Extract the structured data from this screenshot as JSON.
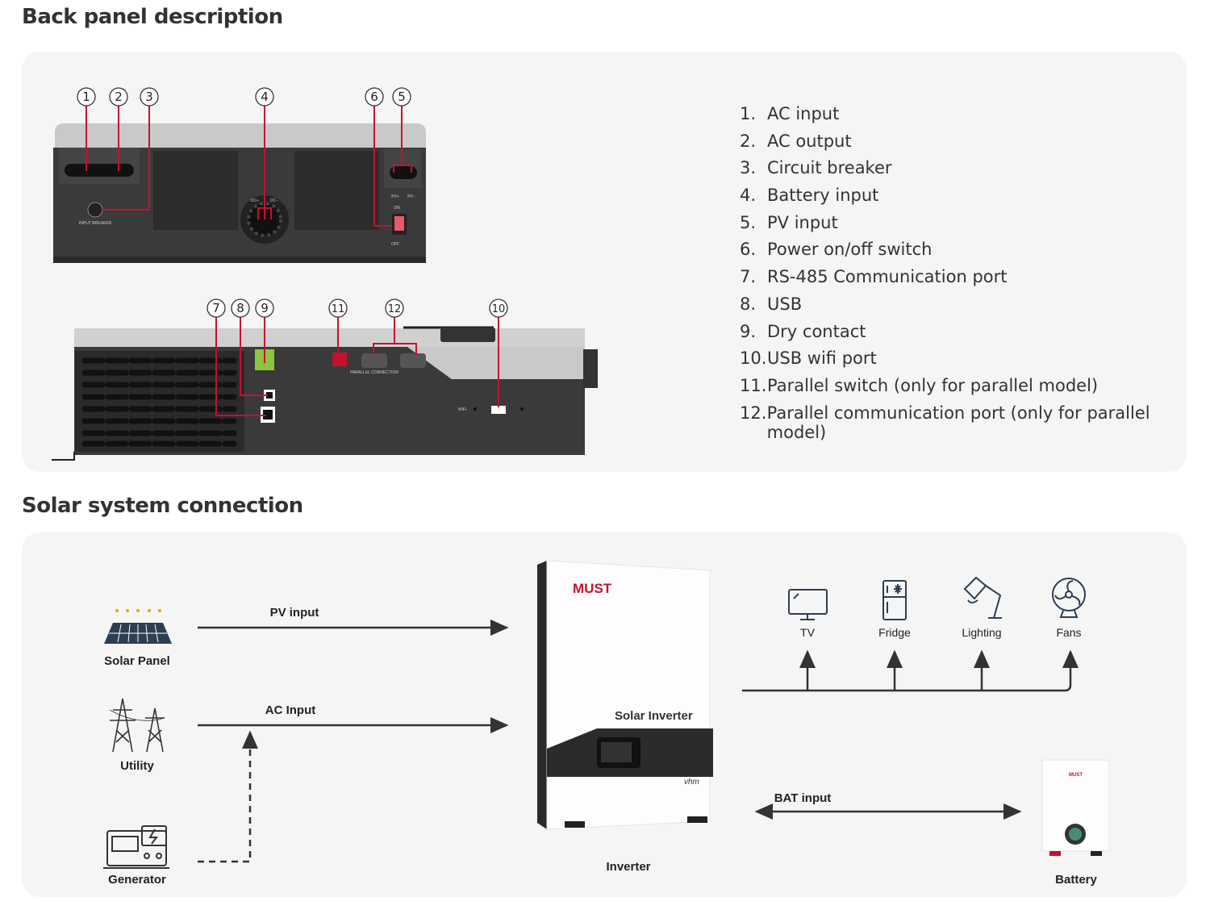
{
  "back_panel": {
    "title": "Back panel description",
    "items": [
      {
        "num": "1.",
        "label": "AC input"
      },
      {
        "num": "2.",
        "label": "AC output"
      },
      {
        "num": "3.",
        "label": "Circuit breaker"
      },
      {
        "num": "4.",
        "label": "Battery input"
      },
      {
        "num": "5.",
        "label": "PV input"
      },
      {
        "num": "6.",
        "label": "Power on/off switch"
      },
      {
        "num": "7.",
        "label": "RS-485 Communication port"
      },
      {
        "num": "8.",
        "label": "USB"
      },
      {
        "num": "9.",
        "label": "Dry contact"
      },
      {
        "num": "10.",
        "label": "USB wifi port"
      },
      {
        "num": "11.",
        "label": "Parallel switch (only for parallel model)"
      },
      {
        "num": "12.",
        "label": "Parallel communication port (only for parallel model)"
      }
    ],
    "callouts_top": [
      "1",
      "2",
      "3",
      "4",
      "6",
      "5"
    ],
    "callouts_side": [
      "7",
      "8",
      "9",
      "11",
      "12",
      "10"
    ],
    "device_labels": {
      "dc_plus": "DC+",
      "dc_minus": "DC−",
      "pv_plus": "PV+",
      "pv_minus": "PV−",
      "on": "ON",
      "off": "OFF",
      "input_breaker": "INPUT BREAKER",
      "parallel": "PARALLEL CONNECTION",
      "wifi": "WiFi"
    }
  },
  "solar": {
    "title": "Solar system connection",
    "sources": {
      "solar_panel": "Solar Panel",
      "utility": "Utility",
      "generator": "Generator"
    },
    "links": {
      "pv": "PV input",
      "ac": "AC Input",
      "bat": "BAT input"
    },
    "inverter": {
      "label": "Inverter",
      "brand": "MUST",
      "model": "Solar Inverter",
      "badge": "vhm"
    },
    "battery": {
      "label": "Battery",
      "brand": "MUST"
    },
    "loads": [
      "TV",
      "Fridge",
      "Lighting",
      "Fans"
    ]
  },
  "colors": {
    "accent": "#c8102e",
    "panel_bg": "#f5f5f5",
    "device": "#3a3a3a",
    "terminal_green": "#8cc63f"
  }
}
